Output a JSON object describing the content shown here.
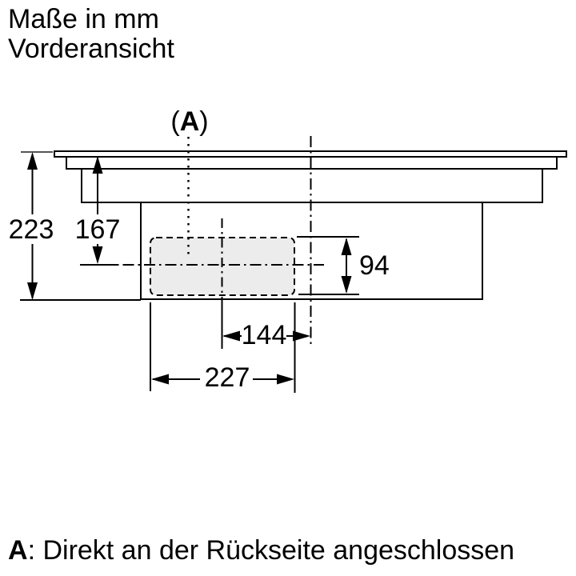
{
  "header": {
    "line1": "Maße in mm",
    "line2": "Vorderansicht"
  },
  "callout": {
    "open": "(",
    "letter": "A",
    "close": ")"
  },
  "dimensions": {
    "total_height": "223",
    "height_to_axis": "167",
    "duct_height": "94",
    "duct_center_to_appliance_center": "144",
    "duct_width": "227"
  },
  "footnote": {
    "marker": "A",
    "text": ": Direkt an der Rückseite angeschlossen"
  },
  "colors": {
    "line": "#000000",
    "duct_fill": "#ececec",
    "extension_gray": "#555555",
    "background": "#ffffff"
  }
}
